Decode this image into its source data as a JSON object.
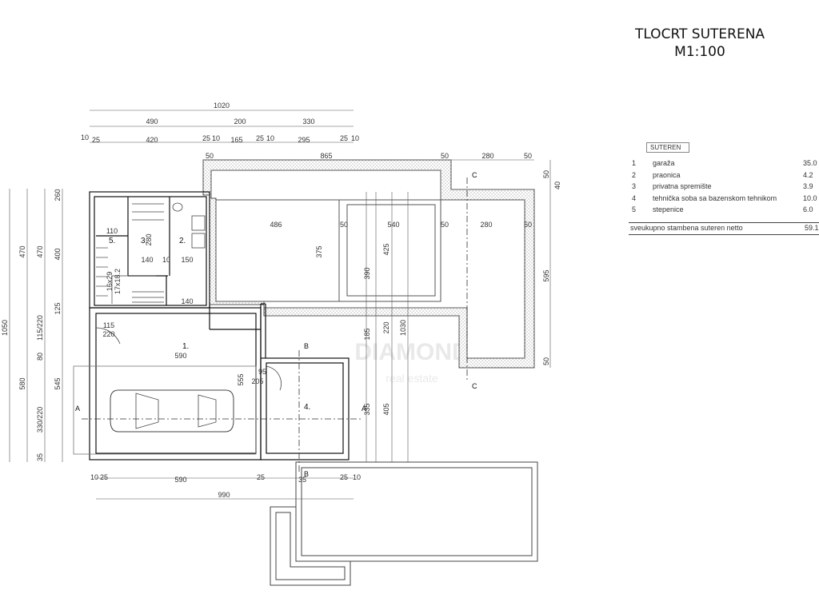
{
  "title": {
    "line1": "TLOCRT SUTERENA",
    "line2": "M1:100"
  },
  "legend": {
    "header": "SUTEREN",
    "rooms": [
      {
        "num": "1",
        "name": "garaža",
        "area": "35.0"
      },
      {
        "num": "2",
        "name": "praonica",
        "area": "4.2"
      },
      {
        "num": "3",
        "name": "privatna spremište",
        "area": "3.9"
      },
      {
        "num": "4",
        "name": "tehnička soba sa bazenskom tehnikom",
        "area": "10.0"
      },
      {
        "num": "5",
        "name": "stepenice",
        "area": "6.0"
      }
    ],
    "total_label": "sveukupno stambena suteren netto",
    "total_area": "59.1"
  },
  "dims": {
    "d1020": "1020",
    "d490": "490",
    "d200": "200",
    "d330": "330",
    "d10": "10",
    "d25a": "25",
    "d420": "420",
    "d25b": "25",
    "d10b": "10",
    "d165": "165",
    "d25c": "25",
    "d10c": "10",
    "d295": "295",
    "d25d": "25",
    "d10d": "10",
    "d865": "865",
    "d50a": "50",
    "d280": "280",
    "d50b": "50",
    "d486": "486",
    "d50c": "50",
    "d540": "540",
    "d50d": "50",
    "d280b": "280",
    "d375": "375",
    "d390": "390",
    "d425": "425",
    "d595": "595",
    "d50e": "50",
    "d1050": "1050",
    "d470": "470",
    "d470b": "470",
    "d400": "400",
    "d260": "260",
    "d125": "125",
    "d580": "580",
    "d545": "545",
    "d35": "35",
    "d80": "80",
    "d115_220": "115/220",
    "d330_220": "330/220",
    "d185": "185",
    "d220": "220",
    "d1030": "1030",
    "d405": "405",
    "d335": "335",
    "d555": "555",
    "d590": "590",
    "d140": "140",
    "d150": "150",
    "d1600": "16x29",
    "d1710": "17x18.2",
    "d115": "115",
    "d220b": "220",
    "d95": "95",
    "d205": "205",
    "b10": "10",
    "b25": "25",
    "b590": "590",
    "b25b": "25",
    "b35": "35",
    "b25c": "25",
    "b10b": "10",
    "b990": "990",
    "d110": "110",
    "d140b": "140",
    "d10e": "10",
    "d50f": "50",
    "d40": "40",
    "d50g": "50",
    "d280c": "280",
    "d50h": "50"
  },
  "rooms": {
    "r1": "1.",
    "r2": "2.",
    "r3": "3.",
    "r4": "4.",
    "r5": "5."
  },
  "sections": {
    "a1": "A",
    "a2": "A",
    "b1": "B",
    "b2": "B",
    "c1": "C",
    "c2": "C"
  },
  "watermark": {
    "line1": "DIAMOND",
    "line2": "real estate"
  }
}
